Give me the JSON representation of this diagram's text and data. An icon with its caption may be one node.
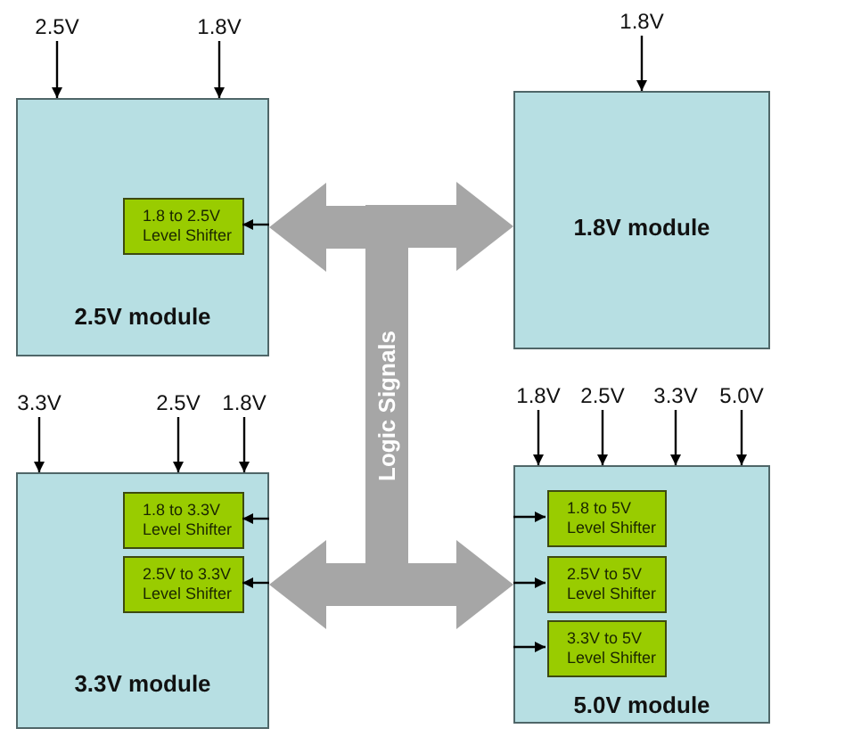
{
  "diagram": {
    "nodes": [
      {
        "text": [
          "2.5V"
        ]
      },
      {
        "text": [
          "1.8V"
        ]
      },
      {
        "text": [
          "1.8V"
        ]
      },
      {
        "text": [
          "2.5V module"
        ]
      },
      {
        "text": [
          "1.8 to 2.5V Level Shifter"
        ],
        "in": 3
      },
      {
        "text": [
          "1.8V module"
        ]
      },
      {
        "text": [
          "Logic Signals"
        ]
      },
      {
        "text": [
          "3.3V"
        ]
      },
      {
        "text": [
          "2.5V"
        ]
      },
      {
        "text": [
          "1.8V"
        ]
      },
      {
        "text": [
          "1.8V"
        ]
      },
      {
        "text": [
          "2.5V"
        ]
      },
      {
        "text": [
          "3.3V"
        ]
      },
      {
        "text": [
          "5.0V"
        ]
      },
      {
        "text": [
          "3.3V module"
        ]
      },
      {
        "text": [
          "1.8 to 3.3V Level Shifter"
        ],
        "in": 14
      },
      {
        "text": [
          "2.5V to 3.3V Level Shifter"
        ],
        "in": 14
      },
      {
        "text": [
          "5.0V module"
        ]
      },
      {
        "text": [
          "1.8 to 5V Level Shifter"
        ],
        "in": 17
      },
      {
        "text": [
          "2.5V to 5V Level Shifter"
        ],
        "in": 17
      },
      {
        "text": [
          "3.3V to 5V Level Shifter"
        ],
        "in": 17
      }
    ],
    "edges": [
      {
        "from": 0,
        "to": 3,
        "arrow": "to"
      },
      {
        "from": 1,
        "to": 3,
        "arrow": "to"
      },
      {
        "from": 2,
        "to": 5,
        "arrow": "to"
      },
      {
        "from": null,
        "to": 4,
        "arrow": "to"
      },
      {
        "from": 6,
        "to": 3,
        "arrow": "to",
        "style": "thick",
        "color": "#a6a6a6"
      },
      {
        "from": 6,
        "to": 5,
        "arrow": "to",
        "style": "thick",
        "color": "#a6a6a6"
      },
      {
        "from": 6,
        "to": 14,
        "arrow": "to",
        "style": "thick",
        "color": "#a6a6a6"
      },
      {
        "from": 6,
        "to": 17,
        "arrow": "to",
        "style": "thick",
        "color": "#a6a6a6"
      },
      {
        "from": 7,
        "to": 14,
        "arrow": "to"
      },
      {
        "from": 8,
        "to": 14,
        "arrow": "to"
      },
      {
        "from": 9,
        "to": 14,
        "arrow": "to"
      },
      {
        "from": 10,
        "to": 17,
        "arrow": "to"
      },
      {
        "from": 11,
        "to": 17,
        "arrow": "to"
      },
      {
        "from": 12,
        "to": 17,
        "arrow": "to"
      },
      {
        "from": 13,
        "to": 17,
        "arrow": "to"
      },
      {
        "from": null,
        "to": 15,
        "arrow": "to"
      },
      {
        "from": null,
        "to": 16,
        "arrow": "to"
      },
      {
        "from": null,
        "to": 18,
        "arrow": "to"
      },
      {
        "from": null,
        "to": 19,
        "arrow": "to"
      },
      {
        "from": null,
        "to": 20,
        "arrow": "to"
      }
    ]
  }
}
